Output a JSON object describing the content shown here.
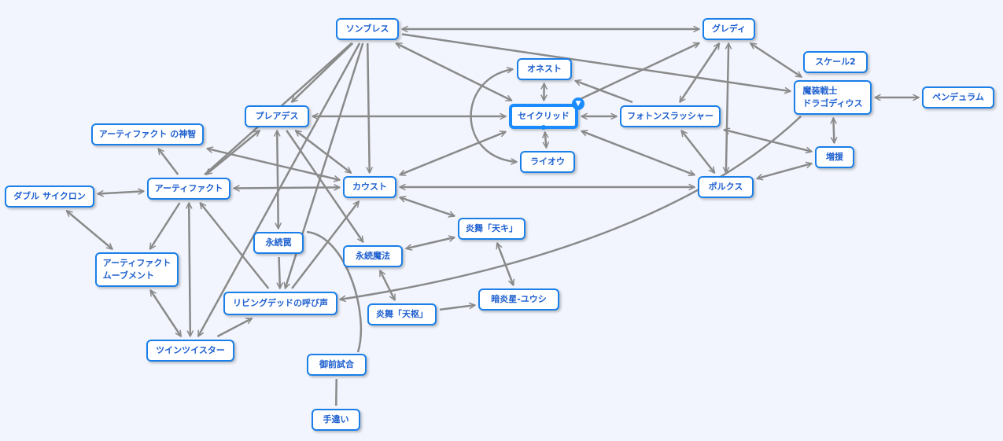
{
  "nodes": {
    "sonbures": {
      "label": "ソンブレス"
    },
    "gurenti": {
      "label": "グレディ"
    },
    "onesuto": {
      "label": "オネスト"
    },
    "scale2": {
      "label": "スケール2"
    },
    "madou": {
      "label": "魔装戦士\nドラゴディウス"
    },
    "pendulum": {
      "label": "ペンデュラム"
    },
    "pleiades": {
      "label": "プレアデス"
    },
    "seikurid": {
      "label": "セイクリッド",
      "selected": true
    },
    "photon": {
      "label": "フォトンスラッシャー"
    },
    "jinchi": {
      "label": "アーティファクト の神智"
    },
    "raiou": {
      "label": "ライオウ"
    },
    "zouen": {
      "label": "増援"
    },
    "double": {
      "label": "ダブル サイクロン"
    },
    "artifact": {
      "label": "アーティファクト"
    },
    "kaust": {
      "label": "カウスト"
    },
    "pollux": {
      "label": "ポルクス"
    },
    "enbu_tenki": {
      "label": "炎舞「天キ」"
    },
    "eizokuwana": {
      "label": "永続罠"
    },
    "eizokumaho": {
      "label": "永続魔法"
    },
    "movement": {
      "label": "アーティファクト\nムーブメント"
    },
    "living": {
      "label": "リビングデッドの呼び声"
    },
    "ankou": {
      "label": "暗炎星-ユウシ"
    },
    "tensu": {
      "label": "炎舞「天枢」"
    },
    "twin": {
      "label": "ツインツイスター"
    },
    "gozen": {
      "label": "御前試合"
    },
    "tegai": {
      "label": "手違い"
    }
  },
  "edges": [
    [
      "sonbures",
      "gurenti",
      "both"
    ],
    [
      "sonbures",
      "madou",
      "to"
    ],
    [
      "sonbures",
      "seikurid",
      "both"
    ],
    [
      "sonbures",
      "pleiades",
      "to"
    ],
    [
      "sonbures",
      "kaust",
      "to"
    ],
    [
      "sonbures",
      "twin",
      "to"
    ],
    [
      "sonbures",
      "living",
      "to"
    ],
    [
      "sonbures",
      "artifact",
      "none"
    ],
    [
      "seikurid",
      "onesuto",
      "both"
    ],
    [
      "seikurid",
      "raiou",
      "both"
    ],
    [
      "seikurid",
      "gurenti",
      "to"
    ],
    [
      "seikurid",
      "photon",
      "both"
    ],
    [
      "seikurid",
      "pollux",
      "both"
    ],
    [
      "kaust",
      "seikurid",
      "both"
    ],
    [
      "pleiades",
      "seikurid",
      "both"
    ],
    [
      "photon",
      "onesuto",
      "to"
    ],
    [
      "gurenti",
      "photon",
      "both"
    ],
    [
      "gurenti",
      "pollux",
      "both"
    ],
    [
      "gurenti",
      "madou",
      "both"
    ],
    [
      "madou",
      "pendulum",
      "both"
    ],
    [
      "madou",
      "zouen",
      "both"
    ],
    [
      "photon",
      "pollux",
      "both"
    ],
    [
      "photon",
      "zouen",
      "both"
    ],
    [
      "pollux",
      "zouen",
      "both"
    ],
    [
      "kaust",
      "pollux",
      "both"
    ],
    [
      "pleiades",
      "artifact",
      "both"
    ],
    [
      "pleiades",
      "eizokuwana",
      "both"
    ],
    [
      "pleiades",
      "eizokumaho",
      "to"
    ],
    [
      "pleiades",
      "kaust",
      "both"
    ],
    [
      "jinchi",
      "kaust",
      "both"
    ],
    [
      "artifact",
      "jinchi",
      "to"
    ],
    [
      "artifact",
      "kaust",
      "both"
    ],
    [
      "artifact",
      "double",
      "both"
    ],
    [
      "artifact",
      "movement",
      "to"
    ],
    [
      "artifact",
      "twin",
      "both"
    ],
    [
      "double",
      "movement",
      "both"
    ],
    [
      "movement",
      "twin",
      "both"
    ],
    [
      "living",
      "artifact",
      "to"
    ],
    [
      "eizokuwana",
      "living",
      "to"
    ],
    [
      "twin",
      "living",
      "to"
    ],
    [
      "living",
      "kaust",
      "to"
    ],
    [
      "kaust",
      "enbu_tenki",
      "both"
    ],
    [
      "eizokumaho",
      "enbu_tenki",
      "both"
    ],
    [
      "enbu_tenki",
      "ankou",
      "both"
    ],
    [
      "eizokumaho",
      "tensu",
      "both"
    ],
    [
      "tensu",
      "ankou",
      "to"
    ],
    [
      "gozen",
      "tegai",
      "none"
    ]
  ],
  "curves": [
    [
      "madou",
      "living",
      "to"
    ],
    [
      "onesuto",
      "raiou",
      "both"
    ],
    [
      "gozen",
      "eizokuwana",
      "none"
    ]
  ],
  "colors": {
    "edge": "#8a8a8a",
    "node_border": "#1a7fe8",
    "text": "#1d5fcf",
    "background": "#f2f5fd"
  }
}
